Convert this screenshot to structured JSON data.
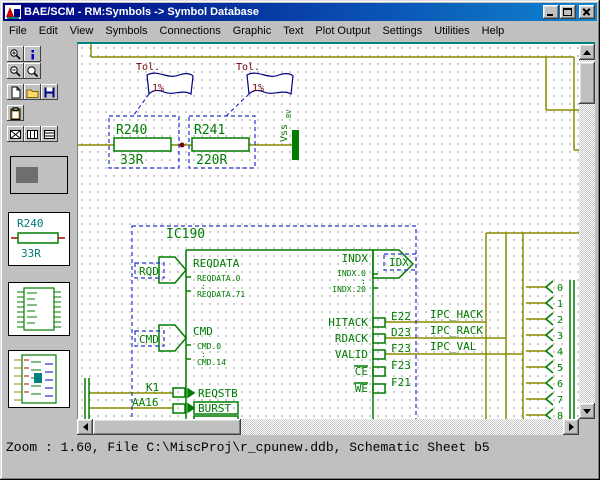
{
  "window": {
    "title": "BAE/SCM - RM:Symbols -> Symbol Database"
  },
  "menu": {
    "items": [
      "File",
      "Edit",
      "View",
      "Symbols",
      "Connections",
      "Graphic",
      "Text",
      "Plot Output",
      "Settings",
      "Utilities",
      "Help"
    ]
  },
  "toolbar": {
    "icons": [
      "zoom-in",
      "info",
      "zoom-out",
      "zoom-window",
      "new-document",
      "open-folder",
      "save",
      "clipboard",
      "symbol-pattern-1",
      "symbol-pattern-2",
      "symbol-pattern-3"
    ]
  },
  "previews": {
    "resistor": {
      "ref": "R240",
      "value": "33R"
    }
  },
  "canvas": {
    "tolerances": [
      {
        "label": "Tol.",
        "value": "1%"
      },
      {
        "label": "Tol.",
        "value": "1%"
      }
    ],
    "resistors": [
      {
        "ref": "R240",
        "value": "33R"
      },
      {
        "ref": "R241",
        "value": "220R"
      }
    ],
    "power": {
      "name": "Vss",
      "tag": "BV"
    },
    "ic": {
      "ref": "IC190",
      "rqd_label": "RQD",
      "cmd_label": "CMD",
      "reqdata": {
        "name": "REQDATA",
        "first": "REQDATA.0",
        "dots": ":",
        "last": "REQDATA.71"
      },
      "cmd": {
        "name": "CMD",
        "first": "CMD.0",
        "dots": ":",
        "last": "CMD.14"
      },
      "k1": {
        "pin": "K1",
        "label": "REQSTB"
      },
      "aa16": {
        "pin": "AA16",
        "label": "BURST"
      },
      "indx": {
        "name": "INDX",
        "first": "INDX.0",
        "dots": ":",
        "last": "INDX.20",
        "out": "IDX"
      },
      "right_rows": [
        {
          "label": "HITACK",
          "pin": "E22",
          "net": "IPC_HACK"
        },
        {
          "label": "RDACK",
          "pin": "D23",
          "net": "IPC_RACK"
        },
        {
          "label": "VALID",
          "pin": "F23",
          "net": "IPC_VAL"
        },
        {
          "label": "CE",
          "pin": "F23",
          "net": ""
        },
        {
          "label": "WE",
          "pin": "F21",
          "net": ""
        }
      ]
    },
    "bus_numbers": [
      "0",
      "1",
      "2",
      "3",
      "4",
      "5",
      "6",
      "7",
      "8"
    ]
  },
  "statusbar": {
    "text": "Zoom : 1.60, File C:\\MiscProj\\r_cpunew.ddb, Schematic Sheet b5"
  },
  "colors": {
    "schematic_green": "#007c00",
    "wire_olive": "#8b8b00",
    "selection_blue": "#2233cc",
    "flag_navy": "#000080",
    "value_maroon": "#7a0000",
    "title_gradient_start": "#000080",
    "title_gradient_end": "#1084d0"
  }
}
